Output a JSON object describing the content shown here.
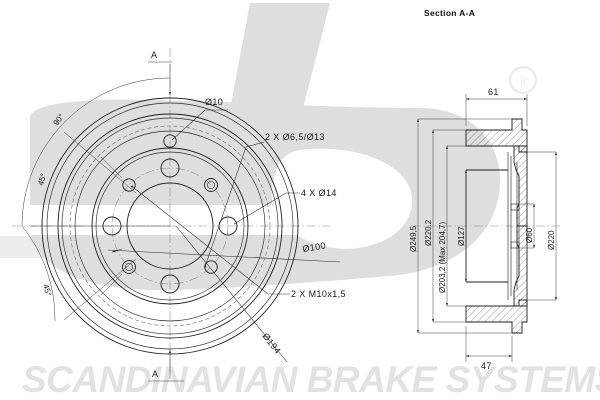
{
  "drawing": {
    "title_section": "Section A-A",
    "watermark_text": "SCANDINAVIAN BRAKE SYSTEMS",
    "watermark_logo": "sbs-logo",
    "registered_mark": "®"
  },
  "face_view": {
    "name": "brake-drum-face-view",
    "section_marker_top": "A",
    "section_marker_bottom": "A",
    "angles": [
      {
        "label": "90°"
      },
      {
        "label": "45°"
      },
      {
        "label": "45°"
      }
    ],
    "callouts": [
      {
        "id": "dia10",
        "label": "Ø10"
      },
      {
        "id": "two-65-13",
        "label": "2 X Ø6,5/Ø13"
      },
      {
        "id": "four-14",
        "label": "4 X Ø14"
      },
      {
        "id": "pcd100",
        "label": "Ø100"
      },
      {
        "id": "two-m10",
        "label": "2 X M10x1,5"
      },
      {
        "id": "dia194",
        "label": "Ø194"
      }
    ]
  },
  "section_view": {
    "name": "brake-drum-section-aa",
    "horizontal_dims": [
      {
        "id": "width-61",
        "label": "61"
      },
      {
        "id": "width-47",
        "label": "47"
      }
    ],
    "vertical_dims_left": [
      {
        "id": "od-249-5",
        "label": "Ø249,5"
      },
      {
        "id": "od-220-2",
        "label": "Ø220.2"
      },
      {
        "id": "bore-203",
        "label": "Ø203,2 (Max 204,7)"
      },
      {
        "id": "dia-127",
        "label": "Ø127"
      }
    ],
    "vertical_dims_right": [
      {
        "id": "dia-60",
        "label": "Ø60"
      },
      {
        "id": "dia-220",
        "label": "Ø220"
      }
    ]
  },
  "colors": {
    "line": "#1f1f1f",
    "hidden": "#6a6a6a",
    "center": "#8a8a8a",
    "dim": "#3a3a3a",
    "watermark": "#dedede",
    "background": "#ffffff"
  }
}
